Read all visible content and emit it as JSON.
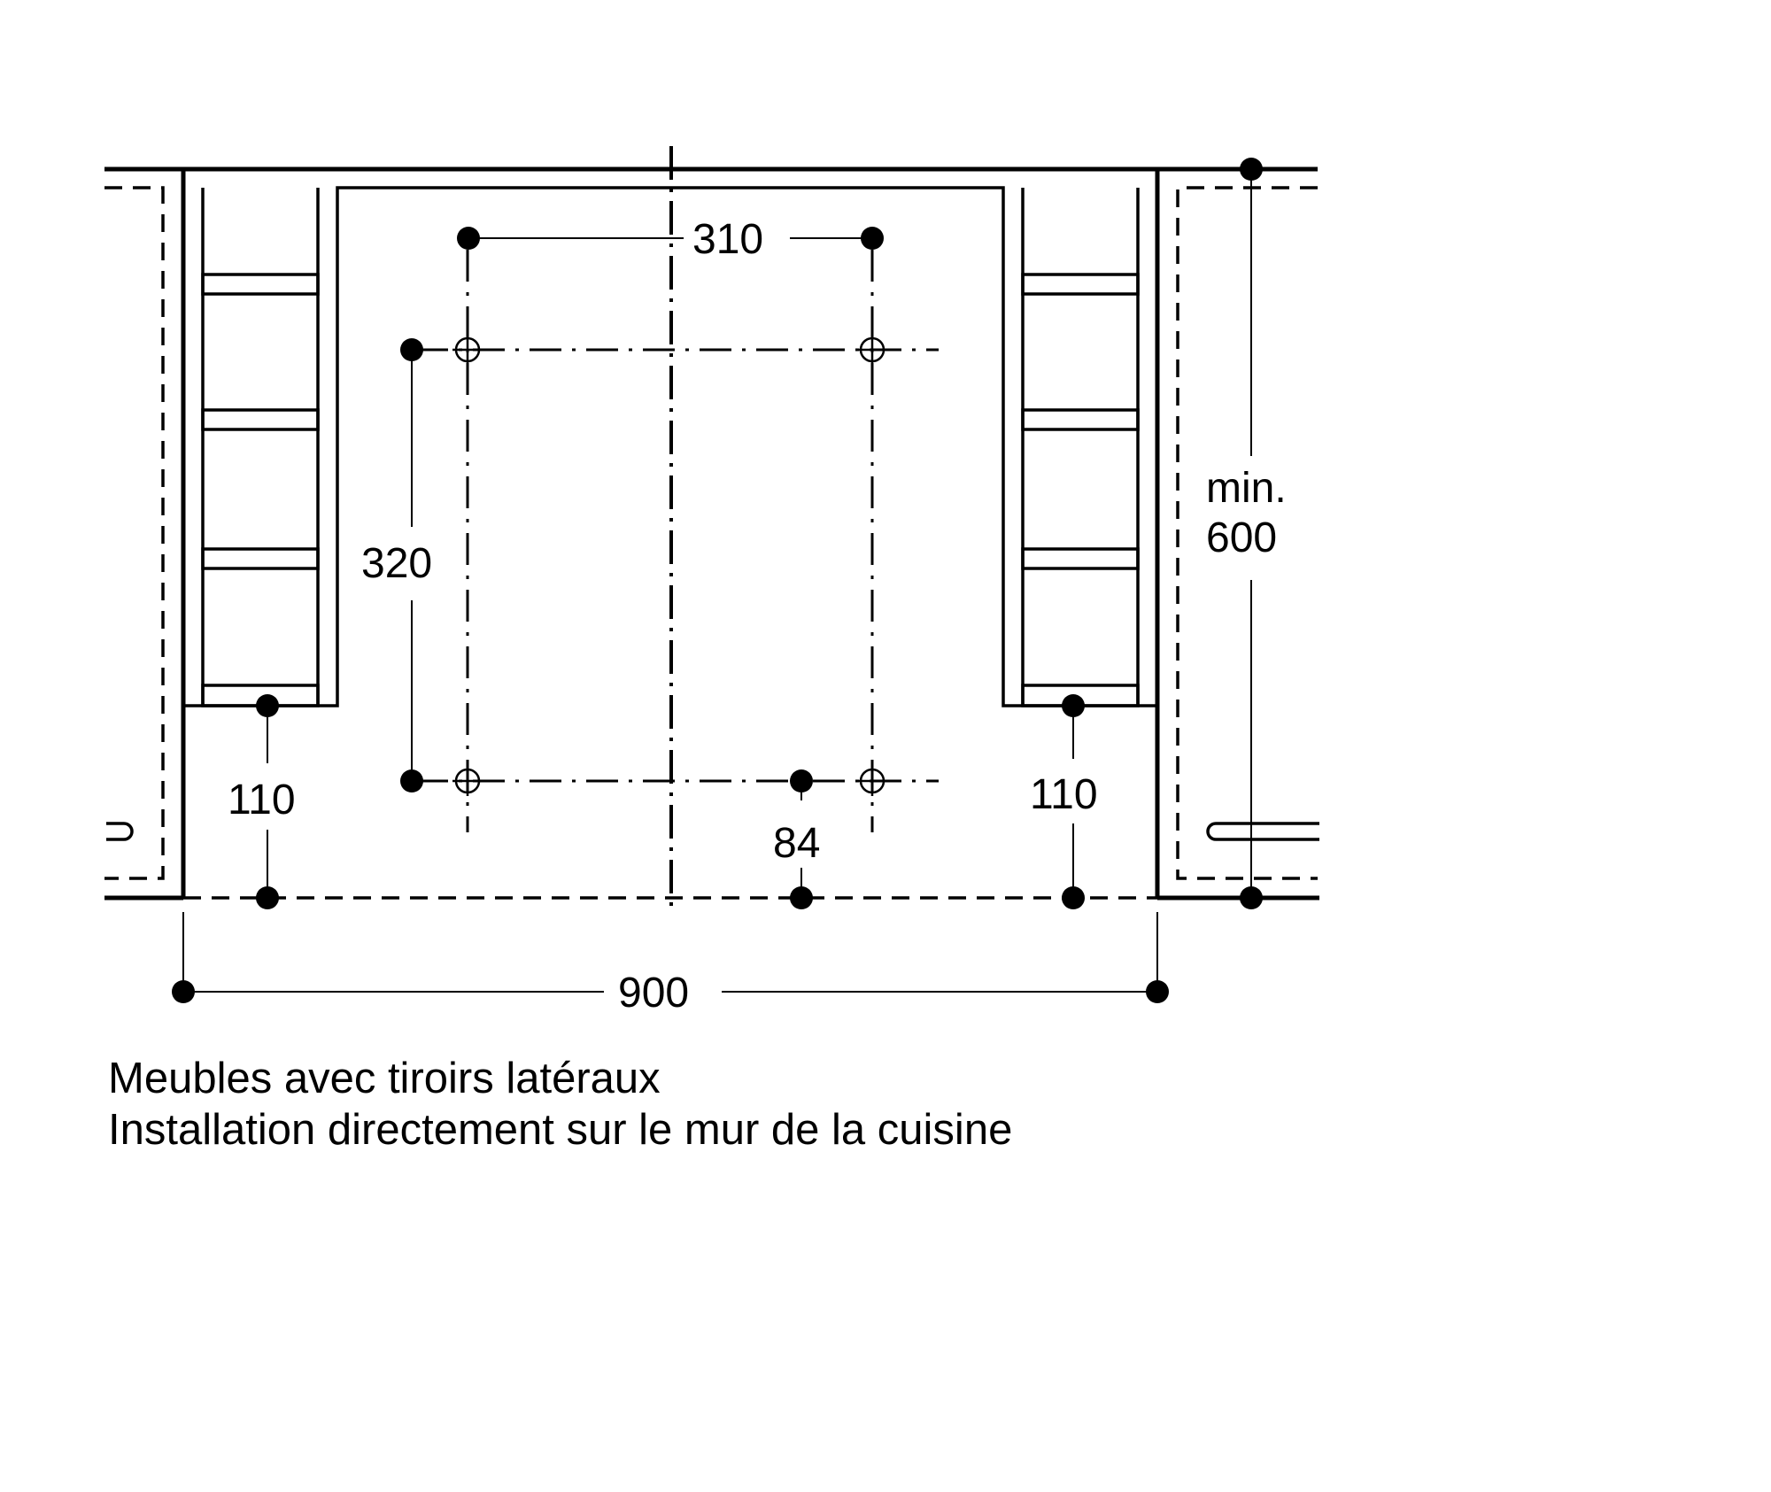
{
  "dimensions": {
    "top_width": "310",
    "left_height": "320",
    "left_offset": "110",
    "right_offset": "110",
    "bottom_offset": "84",
    "total_width": "900",
    "min_label": "min.",
    "min_value": "600"
  },
  "caption": {
    "line1": "Meubles avec tiroirs latéraux",
    "line2": "Installation directement sur le mur de la cuisine"
  },
  "colors": {
    "line": "#000000",
    "background": "#ffffff"
  }
}
